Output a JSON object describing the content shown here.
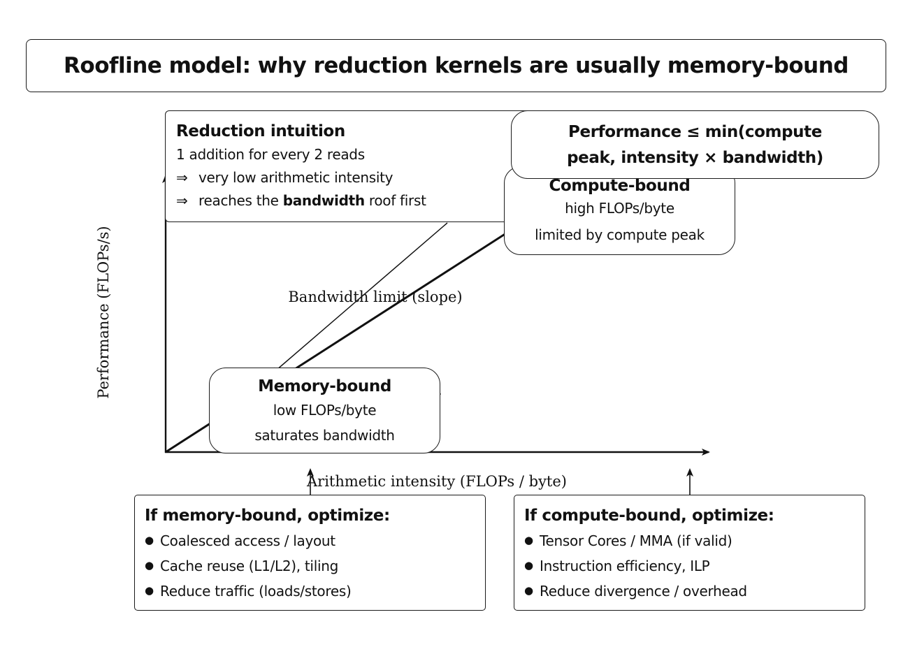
{
  "title": "Roofline model: why reduction kernels are usually memory-bound",
  "axes": {
    "y_label": "Performance (FLOPs/s)",
    "x_label": "Arithmetic intensity (FLOPs / byte)"
  },
  "bandwidth_label": "Bandwidth limit (slope)",
  "clipped_label_fragment": "l",
  "reduction_intuition": {
    "heading": "Reduction intuition",
    "line1": "1 addition for every 2 reads",
    "arrow_symbol": "⇒",
    "line2": "very low arithmetic intensity",
    "line3_prefix": "reaches the ",
    "line3_bold": "bandwidth",
    "line3_suffix": " roof first"
  },
  "performance_formula": {
    "line1": "Performance ≤ min(compute",
    "line2": "peak, intensity × bandwidth)"
  },
  "compute_bound": {
    "heading": "Compute-bound",
    "line1": "high FLOPs/byte",
    "line2": "limited by compute peak"
  },
  "memory_bound": {
    "heading": "Memory-bound",
    "line1": "low FLOPs/byte",
    "line2": "saturates bandwidth"
  },
  "memory_optimize": {
    "heading": "If memory-bound, optimize:",
    "bullet_symbol": "●",
    "items": [
      "Coalesced access / layout",
      "Cache reuse (L1/L2), tiling",
      "Reduce traffic (loads/stores)"
    ]
  },
  "compute_optimize": {
    "heading": "If compute-bound, optimize:",
    "bullet_symbol": "●",
    "items": [
      "Tensor Cores / MMA (if valid)",
      "Instruction efficiency, ILP",
      "Reduce divergence / overhead"
    ]
  },
  "colors": {
    "line": "#111111",
    "box_border": "#1a1a1a",
    "background": "#ffffff"
  }
}
